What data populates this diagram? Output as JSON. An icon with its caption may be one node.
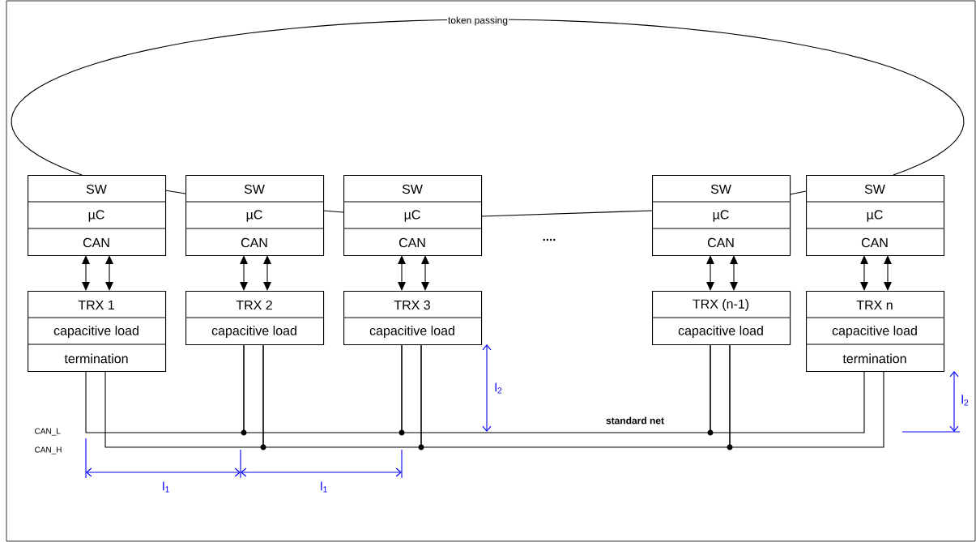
{
  "diagram": {
    "nodes": [
      {
        "text": [
          "SW",
          "µC",
          "CAN"
        ]
      },
      {
        "text": [
          "SW",
          "µC",
          "CAN"
        ]
      },
      {
        "text": [
          "SW",
          "µC",
          "CAN"
        ]
      },
      {
        "text": [
          "SW",
          "µC",
          "CAN"
        ]
      },
      {
        "text": [
          "SW",
          "µC",
          "CAN"
        ]
      },
      {
        "text": [
          "TRX 1",
          "capacitive load",
          "termination"
        ]
      },
      {
        "text": [
          "TRX 2",
          "capacitive load"
        ]
      },
      {
        "text": [
          "TRX 3",
          "capacitive load"
        ]
      },
      {
        "text": [
          "TRX (n-1)",
          "capacitive load"
        ]
      },
      {
        "text": [
          "TRX n",
          "capacitive load",
          "termination"
        ]
      }
    ],
    "edges": [
      {
        "from": 4,
        "to": 0,
        "arrow": "none",
        "label": "token passing"
      },
      {
        "from": 0,
        "to": 1,
        "arrow": "none"
      },
      {
        "from": 1,
        "to": 2,
        "arrow": "none"
      },
      {
        "from": 2,
        "to": 3,
        "arrow": "none"
      },
      {
        "from": 3,
        "to": 4,
        "arrow": "none"
      },
      {
        "from": 0,
        "to": 5,
        "arrow": "both"
      },
      {
        "from": 0,
        "to": 5,
        "arrow": "both"
      },
      {
        "from": 1,
        "to": 6,
        "arrow": "both"
      },
      {
        "from": 1,
        "to": 6,
        "arrow": "both"
      },
      {
        "from": 2,
        "to": 7,
        "arrow": "both"
      },
      {
        "from": 2,
        "to": 7,
        "arrow": "both"
      },
      {
        "from": 3,
        "to": 8,
        "arrow": "both"
      },
      {
        "from": 3,
        "to": 8,
        "arrow": "both"
      },
      {
        "from": 4,
        "to": 9,
        "arrow": "both"
      },
      {
        "from": 4,
        "to": 9,
        "arrow": "both"
      },
      {
        "from": 5,
        "to": 6,
        "arrow": "none"
      },
      {
        "from": 6,
        "to": 7,
        "arrow": "none"
      },
      {
        "from": 7,
        "to": 8,
        "arrow": "none"
      },
      {
        "from": 8,
        "to": 9,
        "arrow": "none"
      },
      {
        "from": 5,
        "to": 6,
        "arrow": "none"
      },
      {
        "from": 6,
        "to": 7,
        "arrow": "none"
      },
      {
        "from": 7,
        "to": 8,
        "arrow": "none"
      },
      {
        "from": 8,
        "to": 9,
        "arrow": "none"
      }
    ],
    "labels": [
      "....",
      "l$_{2}$",
      "l$_{2}$",
      "standard net",
      "CAN_L",
      "CAN_H",
      "l$_{1}$",
      "l$_{1}$"
    ]
  }
}
